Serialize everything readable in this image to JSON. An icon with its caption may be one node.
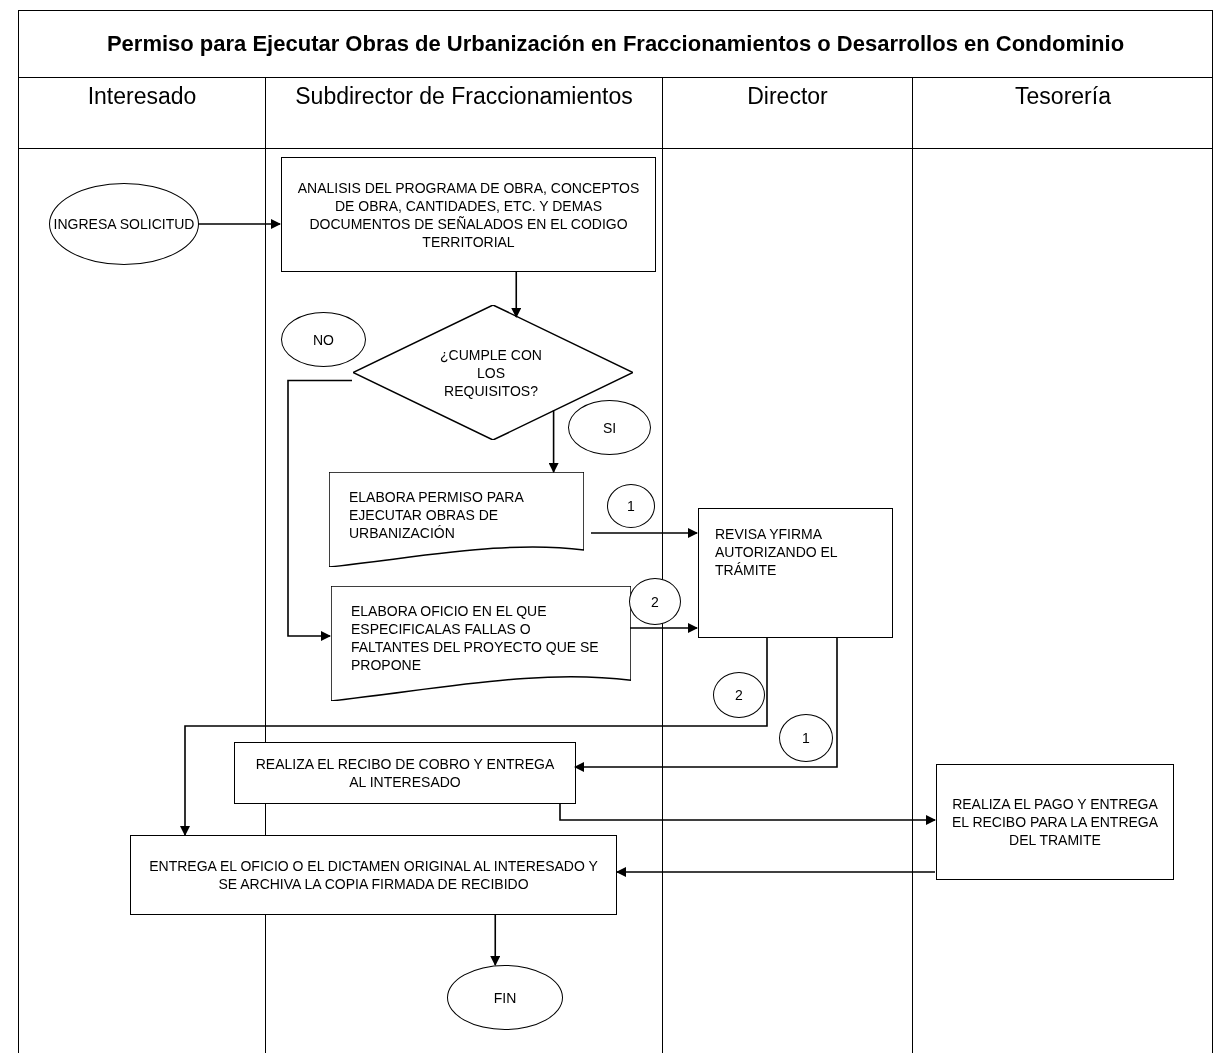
{
  "diagram": {
    "title": "Permiso para Ejecutar Obras de Urbanización en Fraccionamientos o Desarrollos en Condominio",
    "nodes": [
      {
        "text": [
          "Interesado"
        ]
      },
      {
        "text": [
          "Subdirector de Fraccionamientos"
        ]
      },
      {
        "text": [
          "Director"
        ]
      },
      {
        "text": [
          "Tesorería"
        ]
      },
      {
        "text": [
          "INGRESA SOLICITUD"
        ],
        "in": 0
      },
      {
        "text": [
          "ANALISIS DEL PROGRAMA DE OBRA, CONCEPTOS DE OBRA, CANTIDADES, ETC. Y DEMAS DOCUMENTOS DE SEÑALADOS  EN EL CODIGO TERRITORIAL"
        ],
        "in": 1
      },
      {
        "text": [
          "¿CUMPLE CON LOS REQUISITOS?"
        ],
        "in": 1
      },
      {
        "text": [
          "NO"
        ],
        "in": 1
      },
      {
        "text": [
          "SI"
        ],
        "in": 1
      },
      {
        "text": [
          "ELABORA PERMISO PARA EJECUTAR OBRAS DE URBANIZACIÓN"
        ],
        "in": 1
      },
      {
        "text": [
          "1"
        ],
        "in": 1
      },
      {
        "text": [
          "REVISA YFIRMA AUTORIZANDO EL TRÁMITE"
        ],
        "in": 2
      },
      {
        "text": [
          "ELABORA OFICIO EN EL QUE ESPECIFICALAS FALLAS O FALTANTES DEL PROYECTO QUE SE PROPONE"
        ],
        "in": 1
      },
      {
        "text": [
          "2"
        ]
      },
      {
        "text": [
          "2"
        ],
        "in": 2
      },
      {
        "text": [
          "1"
        ],
        "in": 2
      },
      {
        "text": [
          "REALIZA EL RECIBO DE COBRO Y ENTREGA AL INTERESADO"
        ],
        "in": 1
      },
      {
        "text": [
          "REALIZA EL PAGO  Y ENTREGA EL RECIBO PARA LA ENTREGA DEL TRAMITE"
        ],
        "in": 3
      },
      {
        "text": [
          "ENTREGA EL OFICIO O EL DICTAMEN ORIGINAL AL INTERESADO Y SE ARCHIVA LA COPIA FIRMADA DE RECIBIDO"
        ]
      },
      {
        "text": [
          "FIN"
        ],
        "in": 1
      }
    ],
    "edges": [
      {
        "from": 4,
        "to": 5,
        "arrow": "to"
      },
      {
        "from": 5,
        "to": 6,
        "arrow": "to"
      },
      {
        "from": 6,
        "to": 12,
        "arrow": "to"
      },
      {
        "from": 6,
        "to": 9,
        "arrow": "to"
      },
      {
        "from": 9,
        "to": 11,
        "arrow": "to"
      },
      {
        "from": 12,
        "to": 11,
        "arrow": "to"
      },
      {
        "from": 11,
        "to": 18,
        "arrow": "to"
      },
      {
        "from": 11,
        "to": 16,
        "arrow": "to"
      },
      {
        "from": 16,
        "to": 17,
        "arrow": "to"
      },
      {
        "from": 17,
        "to": 18,
        "arrow": "to"
      },
      {
        "from": 18,
        "to": 19,
        "arrow": "to"
      }
    ]
  }
}
